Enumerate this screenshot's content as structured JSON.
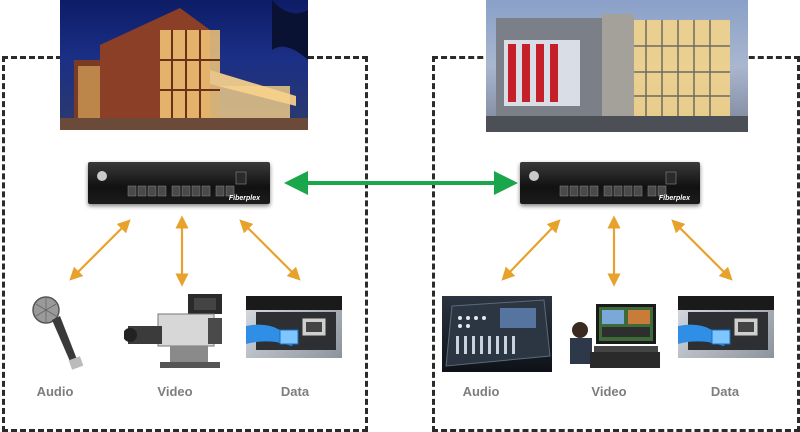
{
  "sites": [
    {
      "id": "left",
      "device_brand": "Fiberplex",
      "endpoints": [
        {
          "label": "Audio",
          "icon": "microphone-icon"
        },
        {
          "label": "Video",
          "icon": "video-camera-icon"
        },
        {
          "label": "Data",
          "icon": "ethernet-port-icon"
        }
      ]
    },
    {
      "id": "right",
      "device_brand": "Fiberplex",
      "endpoints": [
        {
          "label": "Audio",
          "icon": "mixing-console-icon"
        },
        {
          "label": "Video",
          "icon": "video-editing-station-icon"
        },
        {
          "label": "Data",
          "icon": "ethernet-port-icon"
        }
      ]
    }
  ],
  "colors": {
    "link_arrow": "#1aa64a",
    "endpoint_arrow": "#e8a12a",
    "dashed_border": "#2b2b2b",
    "label_text": "#7d7d7d"
  }
}
